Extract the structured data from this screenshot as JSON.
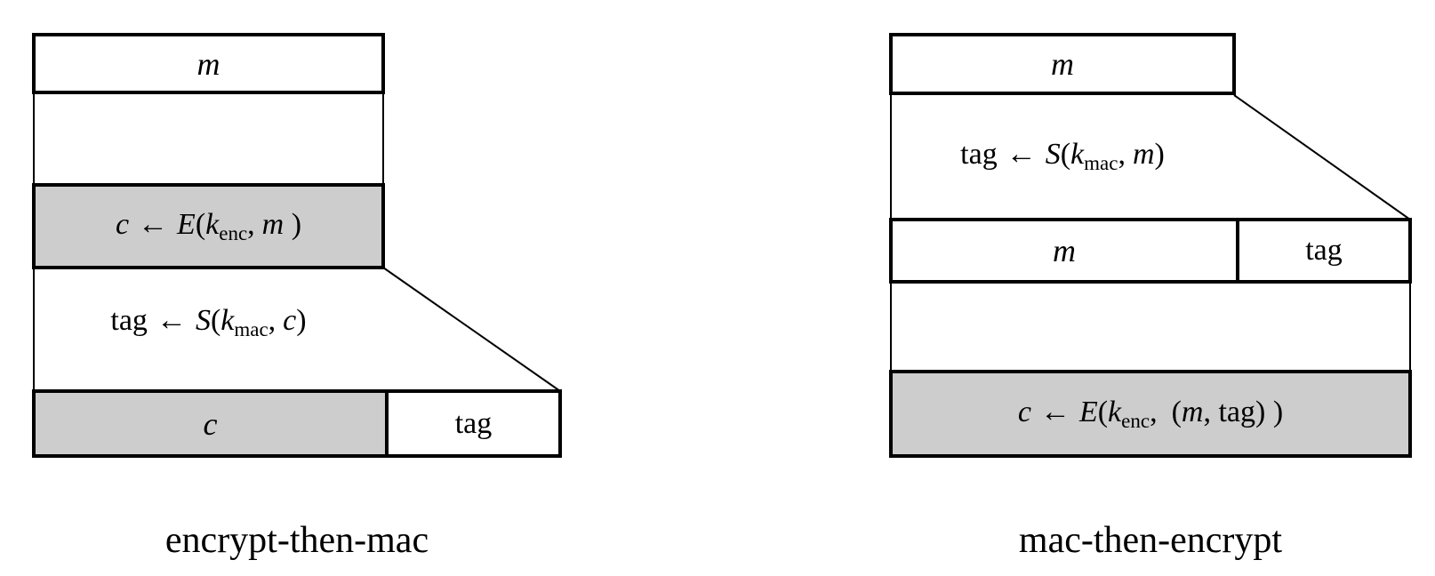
{
  "colors": {
    "shaded_fill": "#cdcdcd",
    "line": "#000000",
    "background": "#ffffff"
  },
  "left": {
    "caption": "encrypt-then-mac",
    "msg": "m",
    "enc": {
      "result": "c",
      "arrow": "←",
      "fn": "E",
      "open": "(",
      "key": "k",
      "sub": "enc",
      "comma": ",",
      "arg": "m",
      "close": " )"
    },
    "mac": {
      "result": "tag",
      "arrow": "←",
      "fn": "S",
      "open": "(",
      "key": "k",
      "sub": "mac",
      "comma": ",",
      "arg": "c",
      "close": ")"
    },
    "out": {
      "c": "c",
      "tag": "tag"
    }
  },
  "right": {
    "caption": "mac-then-encrypt",
    "msg": "m",
    "mac": {
      "result": "tag",
      "arrow": "←",
      "fn": "S",
      "open": "(",
      "key": "k",
      "sub": "mac",
      "comma": ",",
      "arg": "m",
      "close": ")"
    },
    "row": {
      "m": "m",
      "tag": "tag"
    },
    "enc": {
      "result": "c",
      "arrow": "←",
      "fn": "E",
      "open": "(",
      "key": "k",
      "sub": "enc",
      "comma": ",",
      "topen": "(",
      "targ": "m",
      "tcomma": ",",
      "ttag": " tag",
      "tclose": ")",
      "close": " )"
    }
  }
}
